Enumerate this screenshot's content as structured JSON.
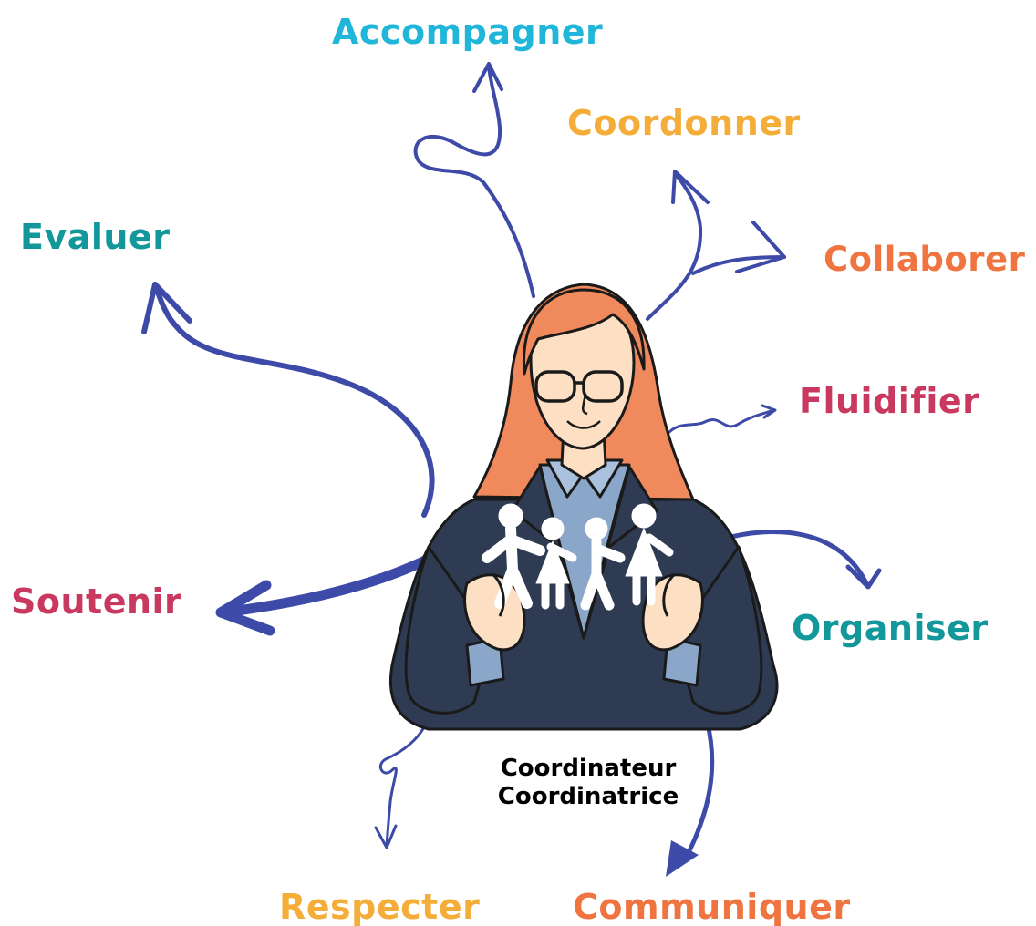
{
  "verbs": {
    "accompagner": {
      "label": "Accompagner",
      "color": "#1fb6d9"
    },
    "coordonner": {
      "label": "Coordonner",
      "color": "#f5ad3a"
    },
    "evaluer": {
      "label": "Evaluer",
      "color": "#12979a"
    },
    "collaborer": {
      "label": "Collaborer",
      "color": "#f0743f"
    },
    "fluidifier": {
      "label": "Fluidifier",
      "color": "#c8385f"
    },
    "soutenir": {
      "label": "Soutenir",
      "color": "#c8385f"
    },
    "organiser": {
      "label": "Organiser",
      "color": "#12979a"
    },
    "respecter": {
      "label": "Respecter",
      "color": "#f5ad3a"
    },
    "communiquer": {
      "label": "Communiquer",
      "color": "#f0743f"
    }
  },
  "caption": {
    "line1": "Coordinateur",
    "line2": "Coordinatrice"
  },
  "colors": {
    "arrow": "#3d4aa8",
    "hair": "#f08a5d",
    "skin": "#fde0c3",
    "suit": "#2f3b52",
    "shirt": "#8aa7c9",
    "outline": "#1a1a1a"
  }
}
